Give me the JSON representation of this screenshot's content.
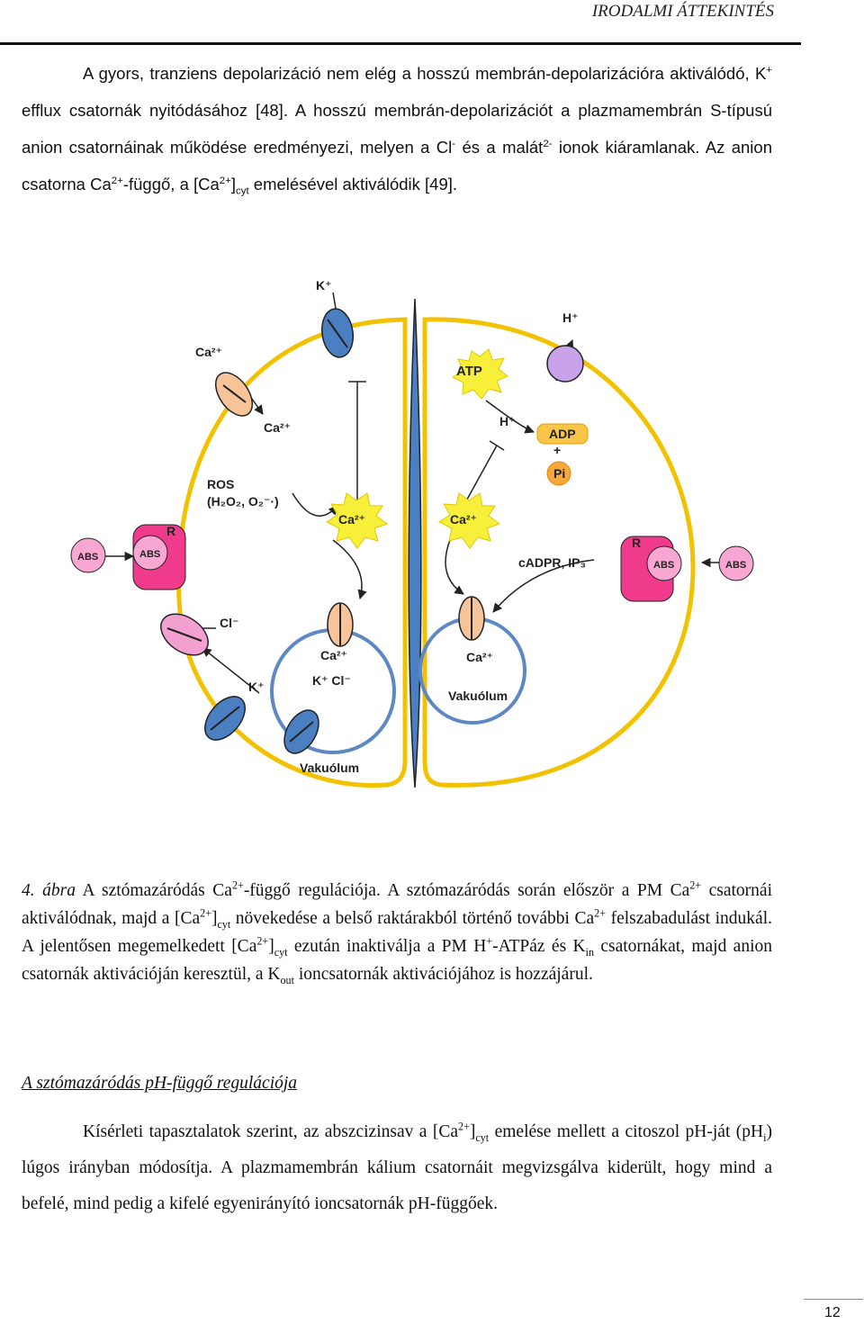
{
  "header": {
    "title": "IRODALMI ÁTTEKINTÉS"
  },
  "paragraph1": {
    "s1": "A gyors, tranziens depolarizáció nem elég a hosszú membrán-depolarizációra aktiválódó, K",
    "s1_sup": "+",
    "s2": " efflux csatornák nyitódásához [48]. A hosszú membrán-depolarizációt a plazmamembrán S-típusú anion csatornáinak működése eredményezi, melyen a Cl",
    "s2_sup": "-",
    "s3": " és a malát",
    "s3_sup": "2-",
    "s4": " ionok kiáramlanak. Az anion csatorna Ca",
    "s4_sup": "2+",
    "s5": "-függő, a [Ca",
    "s5_sup": "2+",
    "s6": "]",
    "s6_sub": "cyt",
    "s7": " emelésével aktiválódik [49]."
  },
  "figure": {
    "labels": {
      "k_top": "K⁺",
      "h_top": "H⁺",
      "ca_top": "Ca²⁺",
      "atp": "ATP",
      "ca_inner_left": "Ca²⁺",
      "h_inner": "H⁺",
      "adp": "ADP",
      "plus": "+",
      "pi": "Pi",
      "ros": "ROS",
      "ros_species": "(H₂O₂, O₂⁻·)",
      "ca_burst_left": "Ca²⁺",
      "ca_burst_right": "Ca²⁺",
      "abs_outer_left": "ABS",
      "abs_bound_left": "ABS",
      "r_left": "R",
      "r_right": "R",
      "abs_bound_right": "ABS",
      "abs_outer_right": "ABS",
      "cadpr": "cADPR, IP₃",
      "cl": "Cl⁻",
      "ca_vac_left": "Ca²⁺",
      "k_cl": "K⁺  Cl⁻",
      "k_lower": "K⁺",
      "vakuolum_left": "Vakuólum",
      "ca_vac_right": "Ca²⁺",
      "vakuolum_right": "Vakuólum"
    },
    "colors": {
      "wall": "#f2c200",
      "ca_channel": "#f7c49a",
      "k_channel": "#4a7fc1",
      "h_pump": "#c9a3ea",
      "receptor": "#f03a8c",
      "abs": "#f8a6d2",
      "cl_channel": "#f2a0d0",
      "burst": "#f7ef3a",
      "vacuole": "#5d88c4"
    }
  },
  "caption": {
    "fig_ref": "4. ábra",
    "t1": " A sztómazáródás Ca",
    "t1_sup": "2+",
    "t2": "-függő regulációja. A sztómazáródás során először a PM Ca",
    "t2_sup": "2+",
    "t3": " csatornái aktiválódnak, majd a [Ca",
    "t3_sup": "2+",
    "t4": "]",
    "t4_sub": "cyt",
    "t5": " növekedése a belső raktárakból történő további Ca",
    "t5_sup": "2+",
    "t6": " felszabadulást indukál. A jelentősen megemelkedett [Ca",
    "t6_sup": "2+",
    "t7": "]",
    "t7_sub": "cyt",
    "t8": " ezután inaktiválja a PM H",
    "t8_sup": "+",
    "t9": "-ATPáz és K",
    "t9_sub": "in",
    "t10": " csatornákat, majd anion csatornák aktivációján keresztül, a K",
    "t10_sub": "out",
    "t11": " ioncsatornák aktivációjához is hozzájárul."
  },
  "section": {
    "title": "A sztómazáródás pH-függő regulációja"
  },
  "paragraph2": {
    "s1": "Kísérleti tapasztalatok szerint, az abszcizinsav a [Ca",
    "s1_sup": "2+",
    "s2": "]",
    "s2_sub": "cyt",
    "s3": " emelése mellett a citoszol pH-ját (pH",
    "s3_sub": "i",
    "s4": ") lúgos irányban módosítja. A plazmamembrán kálium csatornáit megvizsgálva kiderült, hogy mind a befelé, mind pedig a kifelé egyenirányító ioncsatornák pH-függőek."
  },
  "footer": {
    "page": "12"
  }
}
